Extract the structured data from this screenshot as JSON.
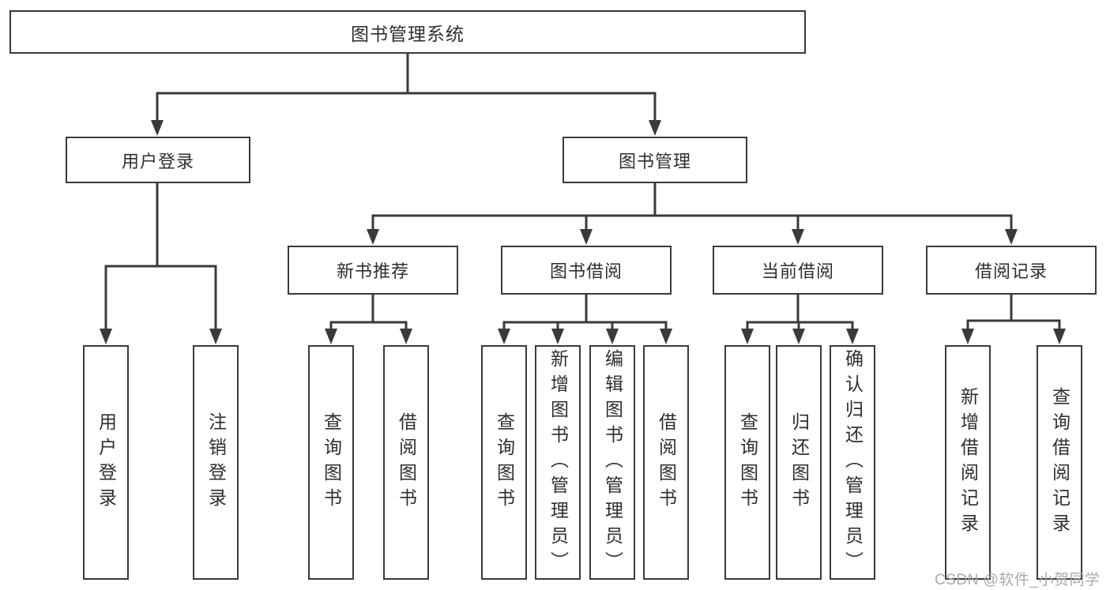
{
  "nodes": {
    "root": {
      "label": "图书管理系统"
    },
    "user_login": {
      "label": "用户登录"
    },
    "book_management": {
      "label": "图书管理"
    },
    "new_book_recommend": {
      "label": "新书推荐"
    },
    "book_borrow": {
      "label": "图书借阅"
    },
    "current_borrow": {
      "label": "当前借阅"
    },
    "borrow_records": {
      "label": "借阅记录"
    },
    "leaf_user_login": {
      "label": "用户登录"
    },
    "leaf_logout": {
      "label": "注销登录"
    },
    "leaf_nb_query_book": {
      "label": "查询图书"
    },
    "leaf_nb_borrow_book": {
      "label": "借阅图书"
    },
    "leaf_bb_query_book": {
      "label": "查询图书"
    },
    "leaf_bb_add_book": {
      "label": "新增图书（管理员）"
    },
    "leaf_bb_edit_book": {
      "label": "编辑图书（管理员）"
    },
    "leaf_bb_borrow_book": {
      "label": "借阅图书"
    },
    "leaf_cb_query_book": {
      "label": "查询图书"
    },
    "leaf_cb_return_book": {
      "label": "归还图书"
    },
    "leaf_cb_confirm_return": {
      "label": "确认归还（管理员）"
    },
    "leaf_br_add_record": {
      "label": "新增借阅记录"
    },
    "leaf_br_query_record": {
      "label": "查询借阅记录"
    }
  },
  "hierarchy": {
    "图书管理系统": [
      "用户登录",
      "图书管理"
    ],
    "用户登录": [
      "用户登录",
      "注销登录"
    ],
    "图书管理": [
      "新书推荐",
      "图书借阅",
      "当前借阅",
      "借阅记录"
    ],
    "新书推荐": [
      "查询图书",
      "借阅图书"
    ],
    "图书借阅": [
      "查询图书",
      "新增图书（管理员）",
      "编辑图书（管理员）",
      "借阅图书"
    ],
    "当前借阅": [
      "查询图书",
      "归还图书",
      "确认归还（管理员）"
    ],
    "借阅记录": [
      "新增借阅记录",
      "查询借阅记录"
    ]
  },
  "watermark": {
    "text": "CSDN @软件_小贺同学"
  },
  "colors": {
    "line": "#3a3a3a",
    "box_border": "#3a3a3a",
    "text": "#2e2e2e",
    "watermark": "#a6abb0",
    "background": "#ffffff"
  }
}
